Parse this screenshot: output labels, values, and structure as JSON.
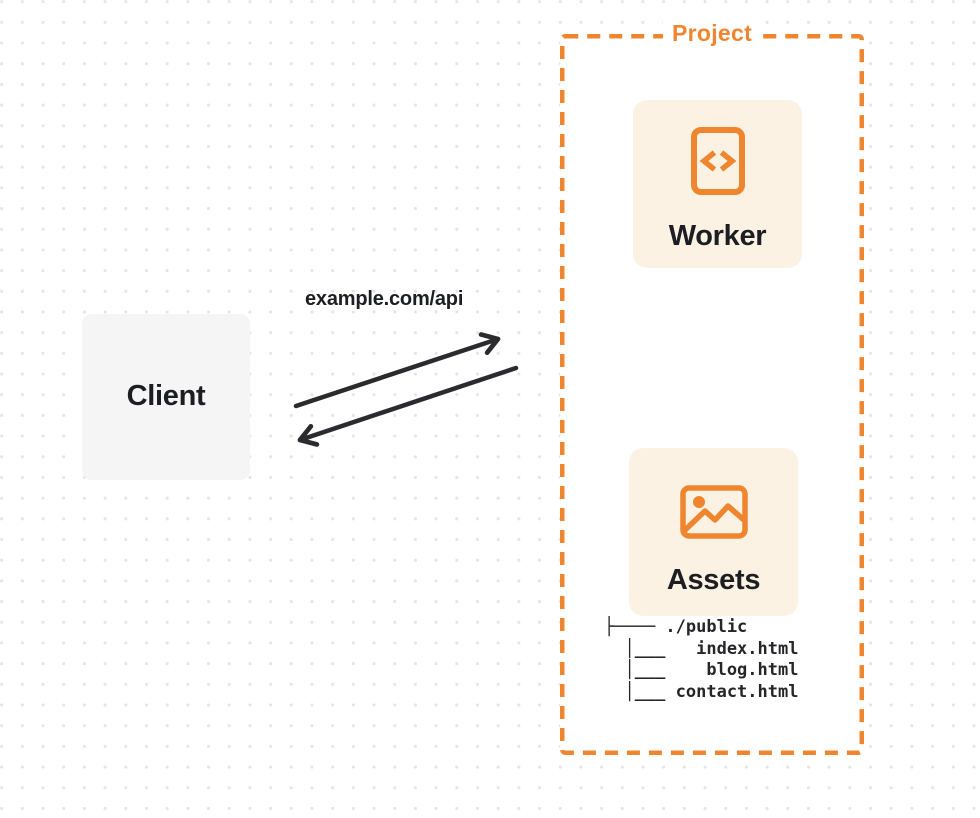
{
  "colors": {
    "accent": "#EF862F",
    "card_bg": "#FCF2E4",
    "client_bg": "#F5F5F6",
    "ink": "#1D1E22",
    "arrow": "#2B2B2F",
    "dot": "#E5E5E8",
    "canvas_bg": "#FFFFFF"
  },
  "client": {
    "label": "Client"
  },
  "request": {
    "url_label": "example.com/api"
  },
  "project": {
    "title": "Project",
    "worker": {
      "label": "Worker",
      "icon": "code-brackets-document-icon"
    },
    "assets": {
      "label": "Assets",
      "icon": "image-icon"
    },
    "file_tree": {
      "lines": [
        "├──── ./public",
        "  │___   index.html",
        "  │___    blog.html",
        "  │___ contact.html"
      ]
    }
  }
}
